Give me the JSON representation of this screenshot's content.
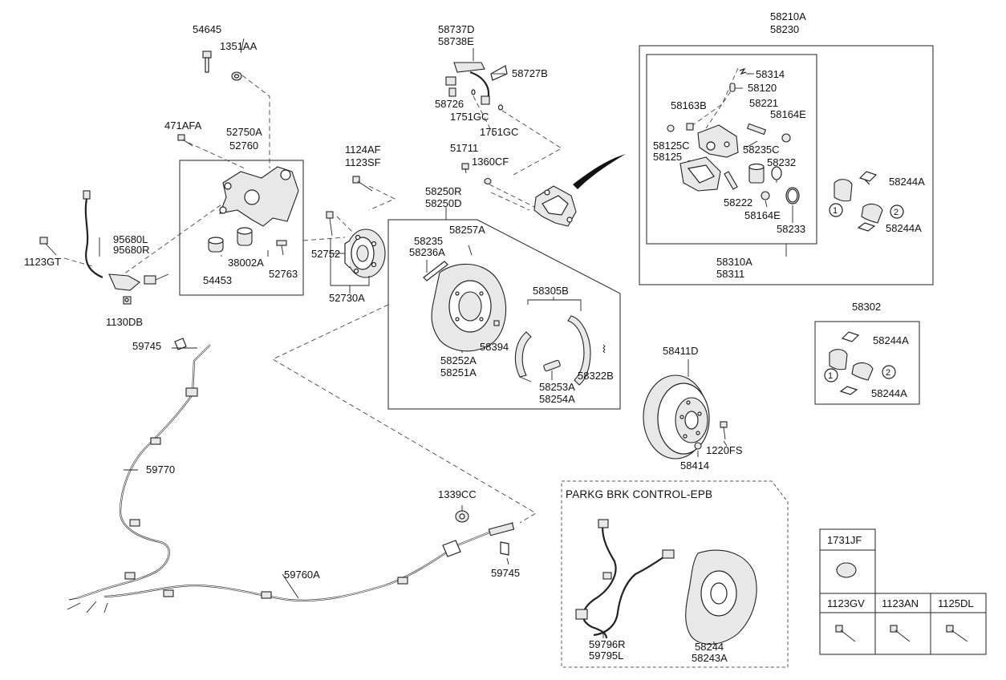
{
  "section_title": "PARKG BRK CONTROL-EPB",
  "circle_marks": [
    "1",
    "2"
  ],
  "labels": {
    "p54645": "54645",
    "p1351AA": "1351AA",
    "p471AFA": "471AFA",
    "p52750A": "52750A",
    "p52760": "52760",
    "p95680L": "95680L",
    "p95680R": "95680R",
    "p1123GT": "1123GT",
    "p38002A": "38002A",
    "p54453": "54453",
    "p52763": "52763",
    "p1130DB": "1130DB",
    "p1124AF": "1124AF",
    "p1123SF": "1123SF",
    "p52752": "52752",
    "p52730A": "52730A",
    "p58737D": "58737D",
    "p58738E": "58738E",
    "p58727B": "58727B",
    "p58726": "58726",
    "p1751GC_a": "1751GC",
    "p1751GC_b": "1751GC",
    "p51711": "51711",
    "p1360CF": "1360CF",
    "p58250R": "58250R",
    "p58250D": "58250D",
    "p58257A": "58257A",
    "p58235": "58235",
    "p58236A": "58236A",
    "p58305B": "58305B",
    "p58394": "58394",
    "p58252A": "58252A",
    "p58251A": "58251A",
    "p58253A": "58253A",
    "p58254A": "58254A",
    "p58322B": "58322B",
    "p58210A": "58210A",
    "p58230": "58230",
    "p58314": "58314",
    "p58120": "58120",
    "p58163B": "58163B",
    "p58221": "58221",
    "p58164E_a": "58164E",
    "p58125C": "58125C",
    "p58125": "58125",
    "p58235C": "58235C",
    "p58232": "58232",
    "p58222": "58222",
    "p58164E_b": "58164E",
    "p58233": "58233",
    "p58244A_a": "58244A",
    "p58244A_b": "58244A",
    "p58310A": "58310A",
    "p58311": "58311",
    "p58302": "58302",
    "p58244A_c": "58244A",
    "p58244A_d": "58244A",
    "p58411D": "58411D",
    "p1220FS": "1220FS",
    "p58414": "58414",
    "p59745_a": "59745",
    "p59770": "59770",
    "p1339CC": "1339CC",
    "p59745_b": "59745",
    "p59760A": "59760A",
    "p59796R": "59796R",
    "p59795L": "59795L",
    "p58244": "58244",
    "p58243A": "58243A",
    "p1731JF": "1731JF",
    "p1123GV": "1123GV",
    "p1123AN": "1123AN",
    "p1125DL": "1125DL"
  }
}
